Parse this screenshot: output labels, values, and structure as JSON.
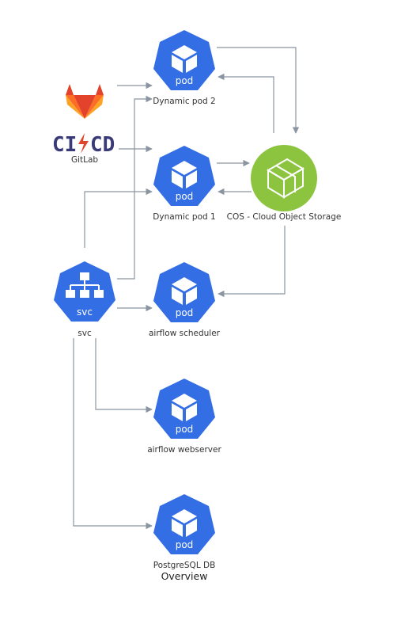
{
  "nodes": {
    "pod_dynamic_2": {
      "icon": "pod",
      "label": "Dynamic pod 2"
    },
    "pod_dynamic_1": {
      "icon": "pod",
      "label": "Dynamic pod 1"
    },
    "pod_scheduler": {
      "icon": "pod",
      "label": "airflow scheduler"
    },
    "pod_webserver": {
      "icon": "pod",
      "label": "airflow webserver"
    },
    "pod_postgres": {
      "icon": "pod",
      "label": "PostgreSQL DB"
    },
    "svc": {
      "icon": "svc",
      "label": "svc"
    },
    "gitlab": {
      "label": "GitLab",
      "wordmark_left": "CI",
      "wordmark_right": "CD"
    },
    "cos": {
      "label": "COS - Cloud Object Storage"
    }
  },
  "caption": "Overview",
  "colors": {
    "k8s_blue": "#336ee5",
    "cos_green": "#8cc43f",
    "edge_gray": "#8a95a1",
    "cicd_navy": "#3a3a78",
    "cicd_bolt": "#e0452c"
  },
  "edges": [
    {
      "from": "gitlab",
      "to": "pod_dynamic_2"
    },
    {
      "from": "gitlab",
      "to": "pod_dynamic_1"
    },
    {
      "from": "pod_dynamic_2",
      "to": "cos"
    },
    {
      "from": "cos",
      "to": "pod_dynamic_2"
    },
    {
      "from": "pod_dynamic_1",
      "to": "cos"
    },
    {
      "from": "cos",
      "to": "pod_dynamic_1"
    },
    {
      "from": "cos",
      "to": "pod_scheduler"
    },
    {
      "from": "svc",
      "to": "pod_dynamic_1"
    },
    {
      "from": "svc",
      "to": "pod_dynamic_2"
    },
    {
      "from": "svc",
      "to": "pod_scheduler"
    },
    {
      "from": "svc",
      "to": "pod_webserver"
    },
    {
      "from": "svc",
      "to": "pod_postgres"
    }
  ]
}
